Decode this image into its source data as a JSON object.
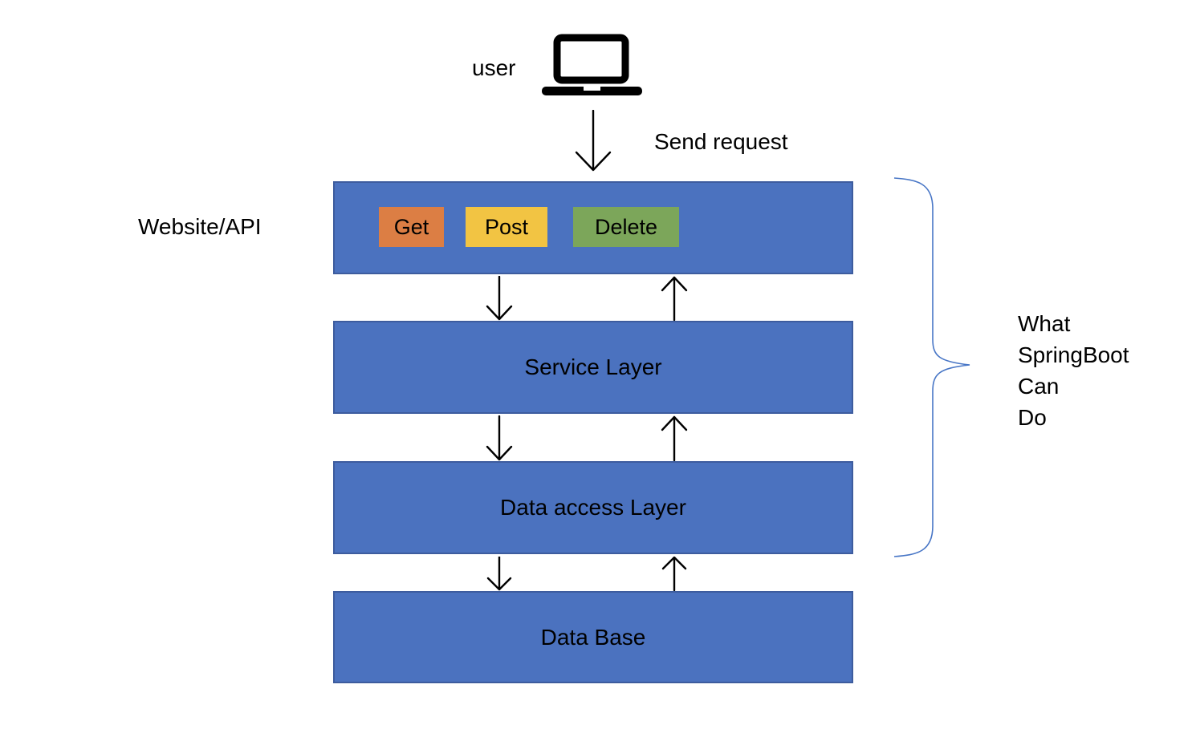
{
  "diagram": {
    "user_label": "user",
    "send_request_label": "Send request",
    "website_api_label": "Website/API",
    "http_methods": [
      {
        "label": "Get",
        "color": "#DC7E44"
      },
      {
        "label": "Post",
        "color": "#F2C443"
      },
      {
        "label": "Delete",
        "color": "#7CA65A"
      }
    ],
    "layers": {
      "service": "Service Layer",
      "data_access": "Data access Layer",
      "database": "Data Base"
    },
    "annotation_lines": [
      "What",
      "SpringBoot",
      "Can",
      "Do"
    ],
    "colors": {
      "layer_fill": "#4B72BF",
      "layer_border": "#3D5C9E",
      "brace": "#4876C6"
    }
  }
}
